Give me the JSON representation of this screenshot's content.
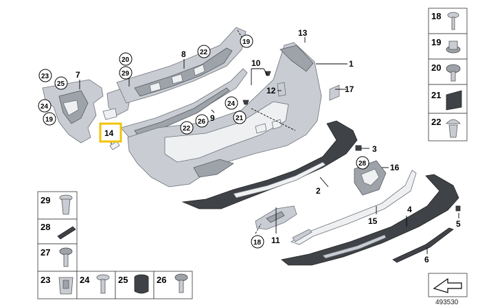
{
  "diagram": {
    "document_number": "493530",
    "callouts": {
      "c1": "1",
      "c2": "2",
      "c3": "3",
      "c4": "4",
      "c5": "5",
      "c6": "6",
      "c7": "7",
      "c8": "8",
      "c9": "9",
      "c10": "10",
      "c11": "11",
      "c12": "12",
      "c13": "13",
      "c14": "14",
      "c15": "15",
      "c16": "16",
      "c17": "17"
    },
    "circled_callouts": {
      "r19a": "19",
      "r19b": "19",
      "r20": "20",
      "r22a": "22",
      "r22b": "22",
      "r23": "23",
      "r24a": "24",
      "r24b": "24",
      "r25": "25",
      "r26": "26",
      "r28": "28",
      "r29": "29",
      "r21": "21",
      "r18": "18"
    },
    "highlight_color": "#f2c300",
    "legend_right": [
      "18",
      "19",
      "20",
      "21",
      "22"
    ],
    "legend_bottom": [
      "29",
      "28",
      "27",
      "23",
      "24",
      "25",
      "26"
    ]
  }
}
